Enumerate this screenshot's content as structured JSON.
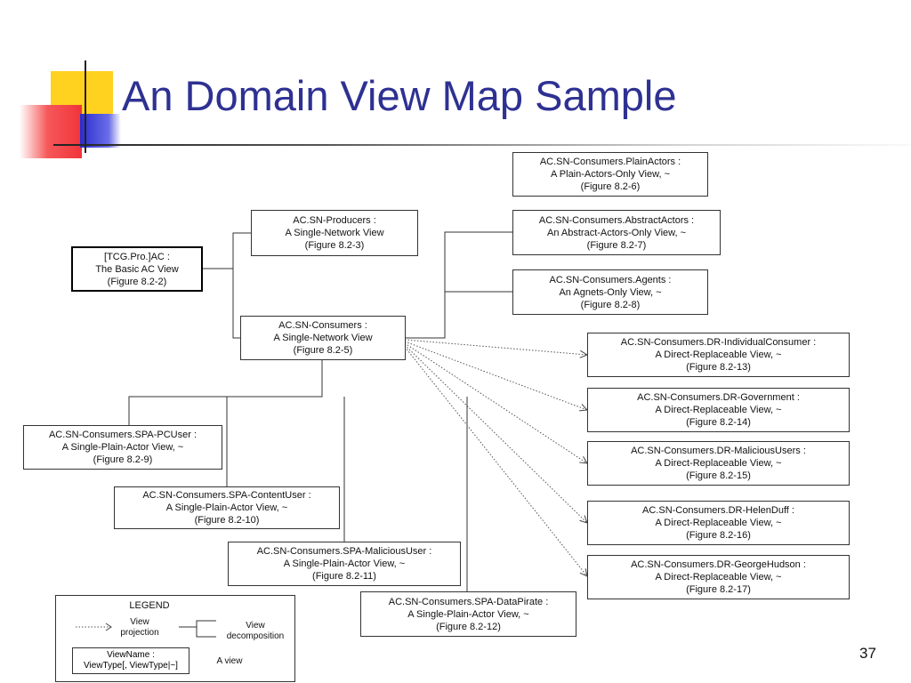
{
  "slide": {
    "title": "An Domain View Map Sample",
    "page_number": "37"
  },
  "nodes": {
    "root": {
      "lines": [
        "[TCG.Pro.]AC :",
        "The Basic AC View",
        "(Figure 8.2-2)"
      ]
    },
    "producers": {
      "lines": [
        "AC.SN-Producers :",
        "A Single-Network View",
        "(Figure 8.2-3)"
      ]
    },
    "consumers": {
      "lines": [
        "AC.SN-Consumers :",
        "A Single-Network View",
        "(Figure 8.2-5)"
      ]
    },
    "plain_actors": {
      "lines": [
        "AC.SN-Consumers.PlainActors :",
        "A Plain-Actors-Only View, ~",
        "(Figure 8.2-6)"
      ]
    },
    "abstract_actors": {
      "lines": [
        "AC.SN-Consumers.AbstractActors :",
        "An Abstract-Actors-Only View, ~",
        "(Figure 8.2-7)"
      ]
    },
    "agents": {
      "lines": [
        "AC.SN-Consumers.Agents :",
        "An Agnets-Only View, ~",
        "(Figure 8.2-8)"
      ]
    },
    "dr_individual": {
      "lines": [
        "AC.SN-Consumers.DR-IndividualConsumer :",
        "A Direct-Replaceable View, ~",
        "(Figure 8.2-13)"
      ]
    },
    "dr_government": {
      "lines": [
        "AC.SN-Consumers.DR-Government :",
        "A Direct-Replaceable View, ~",
        "(Figure 8.2-14)"
      ]
    },
    "dr_malicious": {
      "lines": [
        "AC.SN-Consumers.DR-MaliciousUsers :",
        "A Direct-Replaceable View, ~",
        "(Figure 8.2-15)"
      ]
    },
    "dr_helen": {
      "lines": [
        "AC.SN-Consumers.DR-HelenDuff :",
        "A Direct-Replaceable View, ~",
        "(Figure 8.2-16)"
      ]
    },
    "dr_george": {
      "lines": [
        "AC.SN-Consumers.DR-GeorgeHudson :",
        "A Direct-Replaceable View, ~",
        "(Figure 8.2-17)"
      ]
    },
    "spa_pcuser": {
      "lines": [
        "AC.SN-Consumers.SPA-PCUser :",
        "A Single-Plain-Actor View, ~",
        "(Figure 8.2-9)"
      ]
    },
    "spa_content": {
      "lines": [
        "AC.SN-Consumers.SPA-ContentUser :",
        "A Single-Plain-Actor View, ~",
        "(Figure 8.2-10)"
      ]
    },
    "spa_malicious": {
      "lines": [
        "AC.SN-Consumers.SPA-MaliciousUser :",
        "A Single-Plain-Actor View, ~",
        "(Figure 8.2-11)"
      ]
    },
    "spa_datapirate": {
      "lines": [
        "AC.SN-Consumers.SPA-DataPirate :",
        "A Single-Plain-Actor View, ~",
        "(Figure 8.2-12)"
      ]
    }
  },
  "legend": {
    "title": "LEGEND",
    "projection_lines": [
      "View",
      "projection"
    ],
    "decomposition_lines": [
      "View",
      "decomposition"
    ],
    "view_box_lines": [
      "ViewName :",
      "ViewType[, ViewType|~]"
    ],
    "view_label": "A view"
  }
}
